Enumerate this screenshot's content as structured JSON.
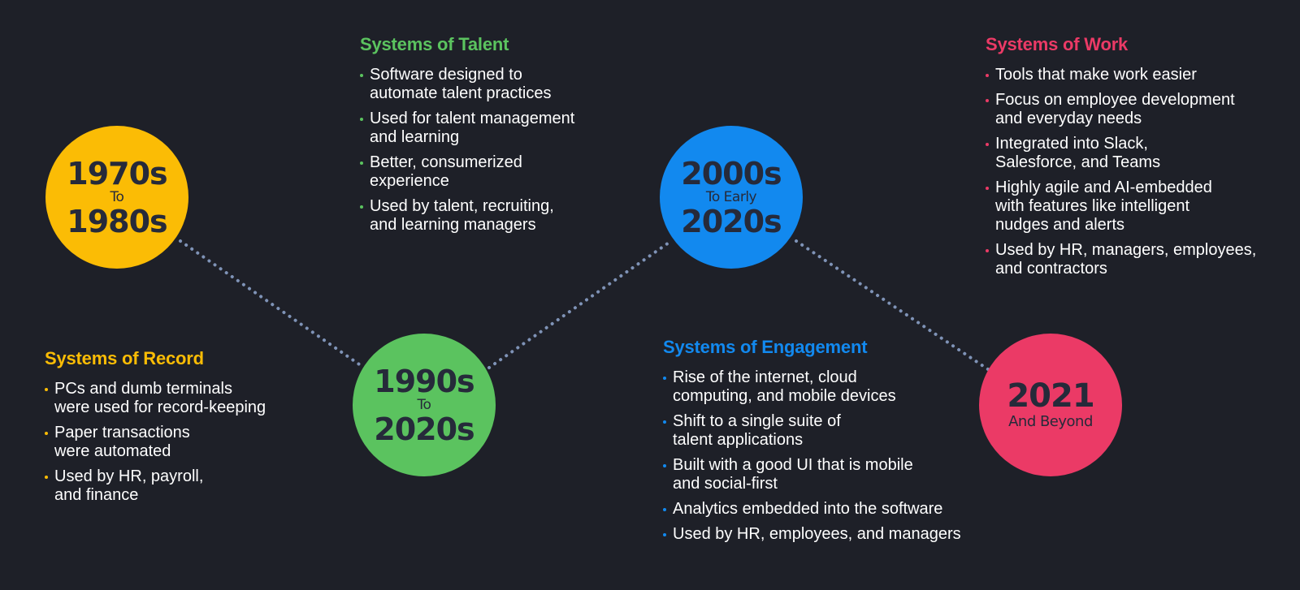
{
  "colors": {
    "background": "#1e2028",
    "record": "#fbbc05",
    "talent": "#5bc35f",
    "engagement": "#1289ef",
    "work": "#eb3a66",
    "connector": "#7f93b7",
    "circle_text": "#262a3a"
  },
  "eras": [
    {
      "top": "1970s",
      "middle": "To",
      "bottom": "1980s"
    },
    {
      "top": "1990s",
      "middle": "To",
      "bottom": "2020s"
    },
    {
      "top": "2000s",
      "middle": "To Early",
      "bottom": "2020s"
    },
    {
      "top": "2021",
      "middle": "And Beyond"
    }
  ],
  "systems": {
    "record": {
      "title": "Systems of Record",
      "items": [
        "PCs and dumb terminals\nwere used for record-keeping",
        "Paper transactions\nwere automated",
        "Used by HR, payroll,\nand finance"
      ]
    },
    "talent": {
      "title": "Systems of Talent",
      "items": [
        "Software designed to\nautomate talent practices",
        "Used for talent management\nand learning",
        "Better, consumerized\nexperience",
        "Used by talent, recruiting,\nand learning managers"
      ]
    },
    "engagement": {
      "title": "Systems of Engagement",
      "items": [
        "Rise of the internet, cloud\ncomputing, and mobile devices",
        "Shift to a single suite of\ntalent applications",
        "Built with a good UI that is mobile\nand social-first",
        "Analytics embedded into the software",
        "Used by HR, employees, and managers"
      ]
    },
    "work": {
      "title": "Systems of Work",
      "items": [
        "Tools that make work easier",
        "Focus on employee development\nand everyday needs",
        "Integrated into Slack,\nSalesforce, and Teams",
        "Highly agile and AI-embedded\nwith features like intelligent\nnudges and alerts",
        "Used by HR, managers, employees,\nand contractors"
      ]
    }
  }
}
